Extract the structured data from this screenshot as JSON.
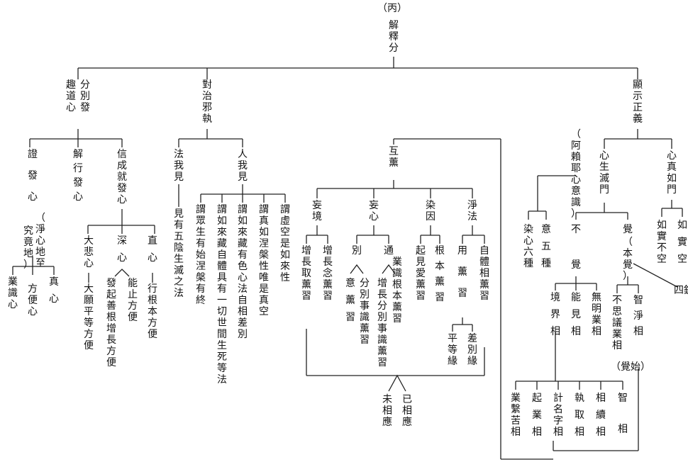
{
  "top_label": "（丙）",
  "root": "解釋分",
  "branches": {
    "path": {
      "title": "分別發趣道心",
      "col_a": "分別發",
      "col_b": "趣道心",
      "children": [
        {
          "name": "證發心",
          "note": "（淨心地至究竟地）",
          "note_a": "（淨心地至",
          "note_b": "究竟地）",
          "leaves": [
            "業識心",
            "方便心",
            "真心"
          ]
        },
        {
          "name": "解行發心"
        },
        {
          "name": "信成就發心",
          "leaves": [
            {
              "name": "大悲心",
              "desc": "大願平等方便"
            },
            {
              "name": "深心",
              "desc": "發起善根增長方便",
              "side": "能止方便"
            },
            {
              "name": "直心",
              "desc": "行根本方便"
            }
          ]
        }
      ]
    },
    "counter": {
      "title": "對治邪執",
      "fa": {
        "name": "法我見",
        "desc": "見有五陰生滅之法"
      },
      "ren": {
        "name": "人我見",
        "items": [
          "謂眾生有始涅槃有終",
          "謂如來藏自體具有一切世間生死等法",
          "謂如來藏有色心法自相差別",
          "謂真如涅槃性唯是真空",
          "謂虛空是如來性"
        ]
      }
    },
    "xun": {
      "title": "互薰",
      "wangjing": {
        "name": "妄境",
        "items": [
          "增長取薰習",
          "增長念薰習"
        ]
      },
      "wangxin": {
        "name": "妄心",
        "bie": {
          "name": "別",
          "items": [
            "意薰習",
            "分別事識薰習"
          ]
        },
        "tong": {
          "name": "通",
          "items": [
            "業識根本薰習",
            "增長分別事識薰習"
          ]
        }
      },
      "ranyin": {
        "name": "染因",
        "items": [
          "起見愛薰習",
          "根本薰習"
        ]
      },
      "jingfa": {
        "name": "淨法",
        "yong": {
          "name": "用薰習",
          "items": [
            "平等緣",
            "差別緣"
          ]
        },
        "ziti": "自體相薰習"
      },
      "bottom": [
        "未相應",
        "已相應"
      ]
    },
    "show": {
      "title": "顯示正義",
      "shengmie": {
        "name": "心生滅門",
        "note": "（阿賴耶心意識）",
        "items": [
          "染心六種",
          "意五種"
        ],
        "bujue": {
          "name": "不覺",
          "items": [
            "境界相",
            "能見相",
            "無明業相"
          ],
          "six": [
            "業繫苦相",
            "起業相",
            "計名字相",
            "執取相",
            "相續相",
            "智相"
          ]
        },
        "jue": {
          "name": "覺（本覺）",
          "name_a": "覺",
          "name_b": "（本覺）",
          "items": [
            "不思議業相",
            "智淨相"
          ],
          "note": "（覺始）",
          "four": "四鏡"
        }
      },
      "zhenru": {
        "name": "心真如門",
        "items": [
          "如實不空",
          "如實空"
        ]
      }
    }
  }
}
